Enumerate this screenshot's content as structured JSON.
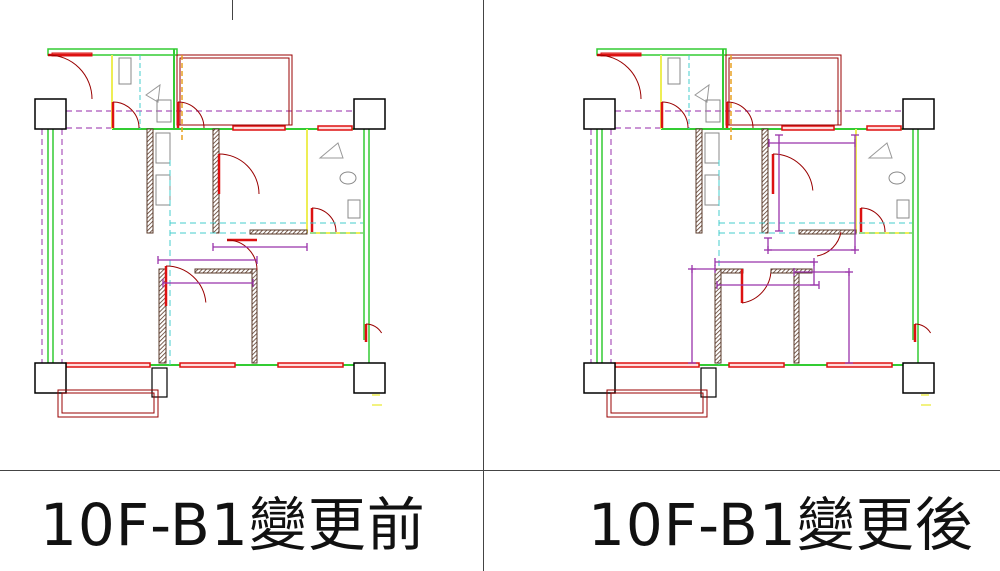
{
  "panels": [
    {
      "label": "10F-B1變更前",
      "variant": "before"
    },
    {
      "label": "10F-B1變更後",
      "variant": "after"
    }
  ],
  "colors": {
    "wall_green": "#33cc33",
    "window_red": "#dd1111",
    "door_brown": "#990000",
    "dimension_purple": "#9933aa",
    "dashed_purple": "#aa55bb",
    "dashed_cyan": "#44cccc",
    "fixture_yellow": "#eeee55",
    "column_black": "#000000",
    "hatch_brown": "#5a3a2a"
  }
}
